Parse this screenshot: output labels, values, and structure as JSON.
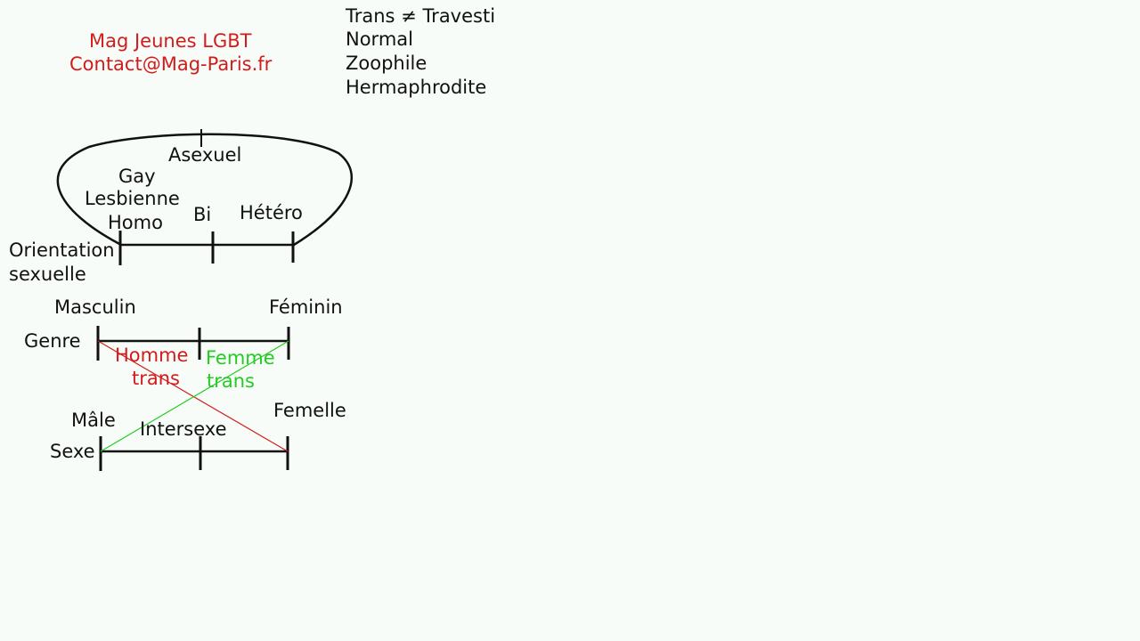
{
  "header": {
    "org_name": "Mag Jeunes LGBT",
    "contact": "Contact@Mag-Paris.fr"
  },
  "notes": [
    "Trans ≠ Travesti",
    "Normal",
    "Zoophile",
    "Hermaphrodite"
  ],
  "orientation": {
    "axis_label_line1": "Orientation",
    "axis_label_line2": "sexuelle",
    "asexual": "Asexuel",
    "gay": "Gay",
    "lesbian": "Lesbienne",
    "homo": "Homo",
    "bi": "Bi",
    "hetero": "Hétéro"
  },
  "gender": {
    "axis_label": "Genre",
    "masculine": "Masculin",
    "feminine": "Féminin",
    "trans_man_line1": "Homme",
    "trans_man_line2": "trans",
    "trans_woman_line1": "Femme",
    "trans_woman_line2": "trans"
  },
  "sex": {
    "axis_label": "Sexe",
    "male": "Mâle",
    "intersex": "Intersexe",
    "female": "Femelle"
  },
  "colors": {
    "ink": "#111111",
    "red": "#d21c1c",
    "green": "#22cc22",
    "background": "#f8fcf8"
  }
}
